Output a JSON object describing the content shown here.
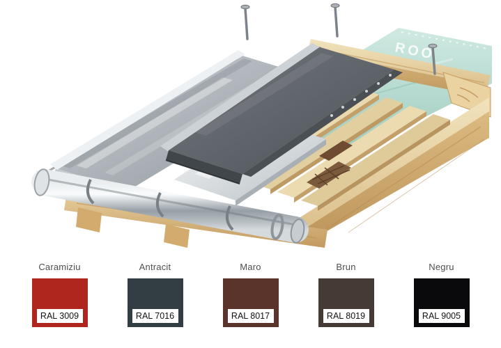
{
  "scene": {
    "membrane_text": "ROO"
  },
  "palette": {
    "swatches": [
      {
        "name": "Caramiziu",
        "ral": "RAL 3009",
        "hex": "#ae261d"
      },
      {
        "name": "Antracit",
        "ral": "RAL 7016",
        "hex": "#333d44"
      },
      {
        "name": "Maro",
        "ral": "RAL 8017",
        "hex": "#5a332b"
      },
      {
        "name": "Brun",
        "ral": "RAL 8019",
        "hex": "#463a36"
      },
      {
        "name": "Negru",
        "ral": "RAL 9005",
        "hex": "#0a0a0c"
      }
    ]
  }
}
